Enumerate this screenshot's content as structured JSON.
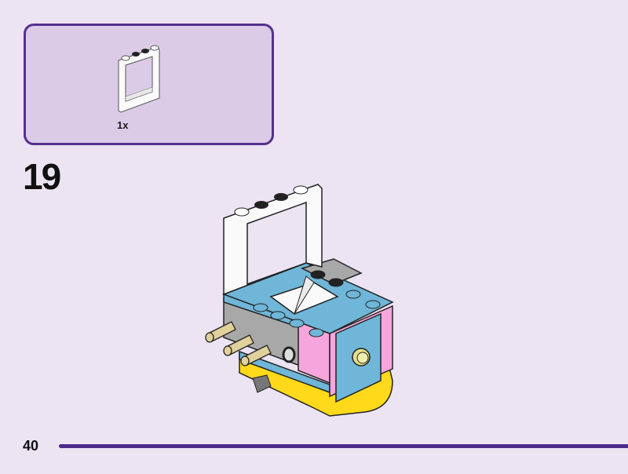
{
  "callout": {
    "part_name": "white-window-frame-1x4x3",
    "quantity": "1x"
  },
  "step": {
    "number": "19"
  },
  "page": {
    "number": "40"
  },
  "colors": {
    "background": "#ece3f3",
    "callout_fill": "#dccbe7",
    "accent_purple": "#55308f",
    "medium_azure": "#6fb6d8",
    "bright_pink": "#f6a6dc",
    "yellow": "#ffd91a",
    "grey": "#a8a8a8",
    "tan": "#e0d09a"
  }
}
